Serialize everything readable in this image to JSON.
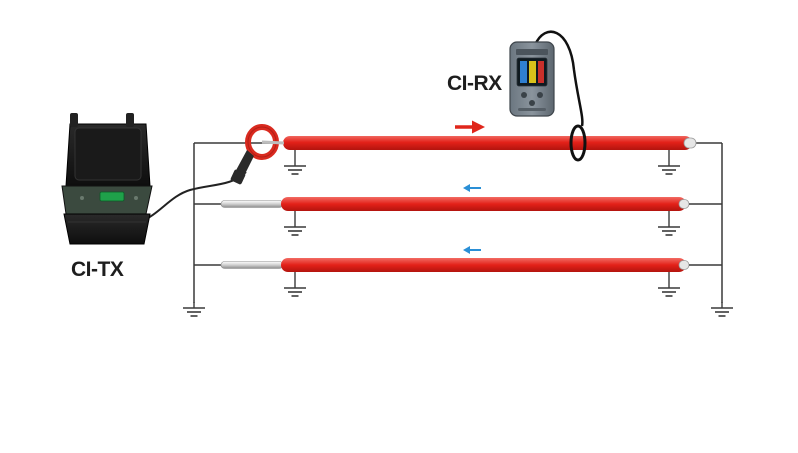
{
  "labels": {
    "transmitter": "CI-TX",
    "receiver": "CI-RX"
  },
  "cables": [
    {
      "current_direction": "right",
      "arrow_color": "#e0261b",
      "clamp_on_transmitter": true,
      "receiver_loop": true
    },
    {
      "current_direction": "left",
      "arrow_color": "#2a8fd6",
      "clamp_on_transmitter": false,
      "receiver_loop": false
    },
    {
      "current_direction": "left",
      "arrow_color": "#2a8fd6",
      "clamp_on_transmitter": false,
      "receiver_loop": false
    }
  ],
  "colors": {
    "cable": "#e32119",
    "cable_highlight": "#f0665e",
    "wire": "#3a3a3a",
    "case": "#1b1b1b",
    "panel": "#3b4a3f",
    "transmitter_screen": "#1fa14a",
    "clamp": "#d92a1f"
  },
  "icons": {
    "ground": "ground-symbol-icon",
    "transmitter": "transmitter-case-icon",
    "receiver": "handheld-receiver-icon",
    "clamp": "current-clamp-icon"
  }
}
